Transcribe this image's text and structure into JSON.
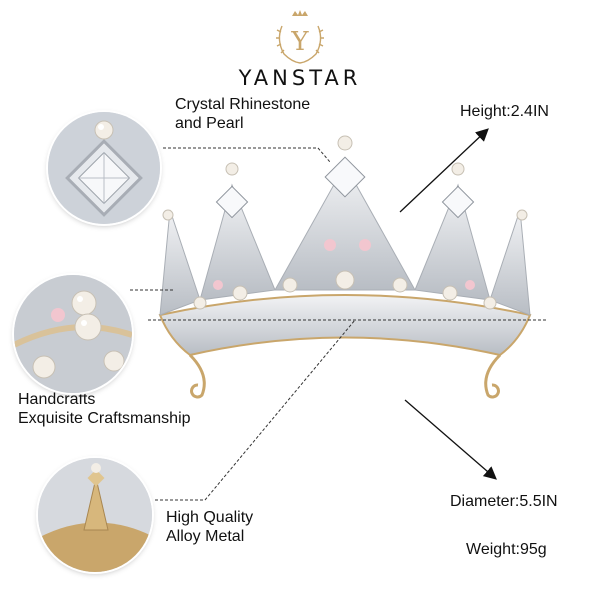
{
  "brand": {
    "logo_letter": "Y",
    "name": "YANSTAR"
  },
  "labels": {
    "material": [
      "Crystal Rhinestone",
      "and Pearl"
    ],
    "height": "Height:2.4IN",
    "craft": [
      "Handcrafts",
      "Exquisite Craftsmanship"
    ],
    "diameter": "Diameter:5.5IN",
    "metal": [
      "High Quality",
      "Alloy Metal"
    ],
    "weight": "Weight:95g"
  },
  "colors": {
    "gold": "#c9a66b",
    "silver": "#cfd3d8",
    "pearl": "#f3eee6",
    "pink": "#f2c6cf",
    "text": "#111111"
  },
  "icons": [
    "crown-logo-icon",
    "arrow-icon"
  ]
}
